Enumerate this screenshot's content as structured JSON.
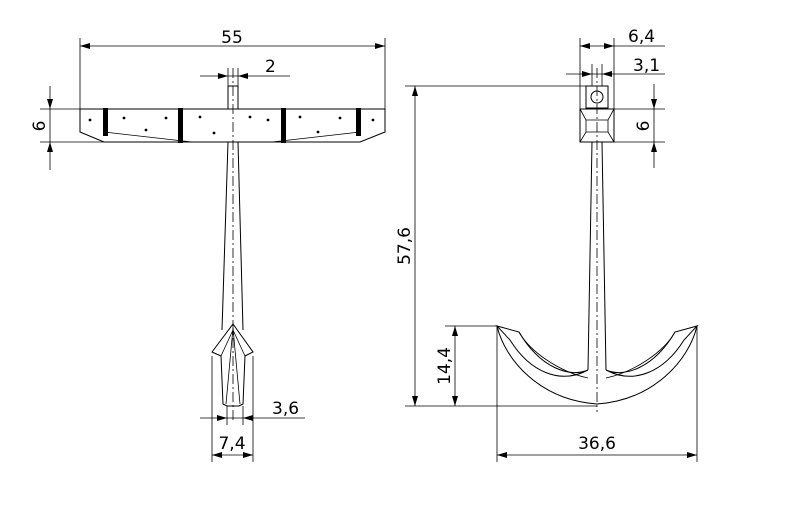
{
  "colors": {
    "line": "#000000",
    "background": "#ffffff"
  },
  "top_view": {
    "dim_overall_width": "55",
    "dim_shank_width": "2",
    "dim_stock_height": "6",
    "dim_fluke_tip": "3,6",
    "dim_fluke_width": "7,4"
  },
  "side_view": {
    "dim_ring_outer": "6,4",
    "dim_ring_inner": "3,1",
    "dim_stock_height": "6",
    "dim_total_height": "57,6",
    "dim_arm_height": "14,4",
    "dim_arm_span": "36,6"
  }
}
